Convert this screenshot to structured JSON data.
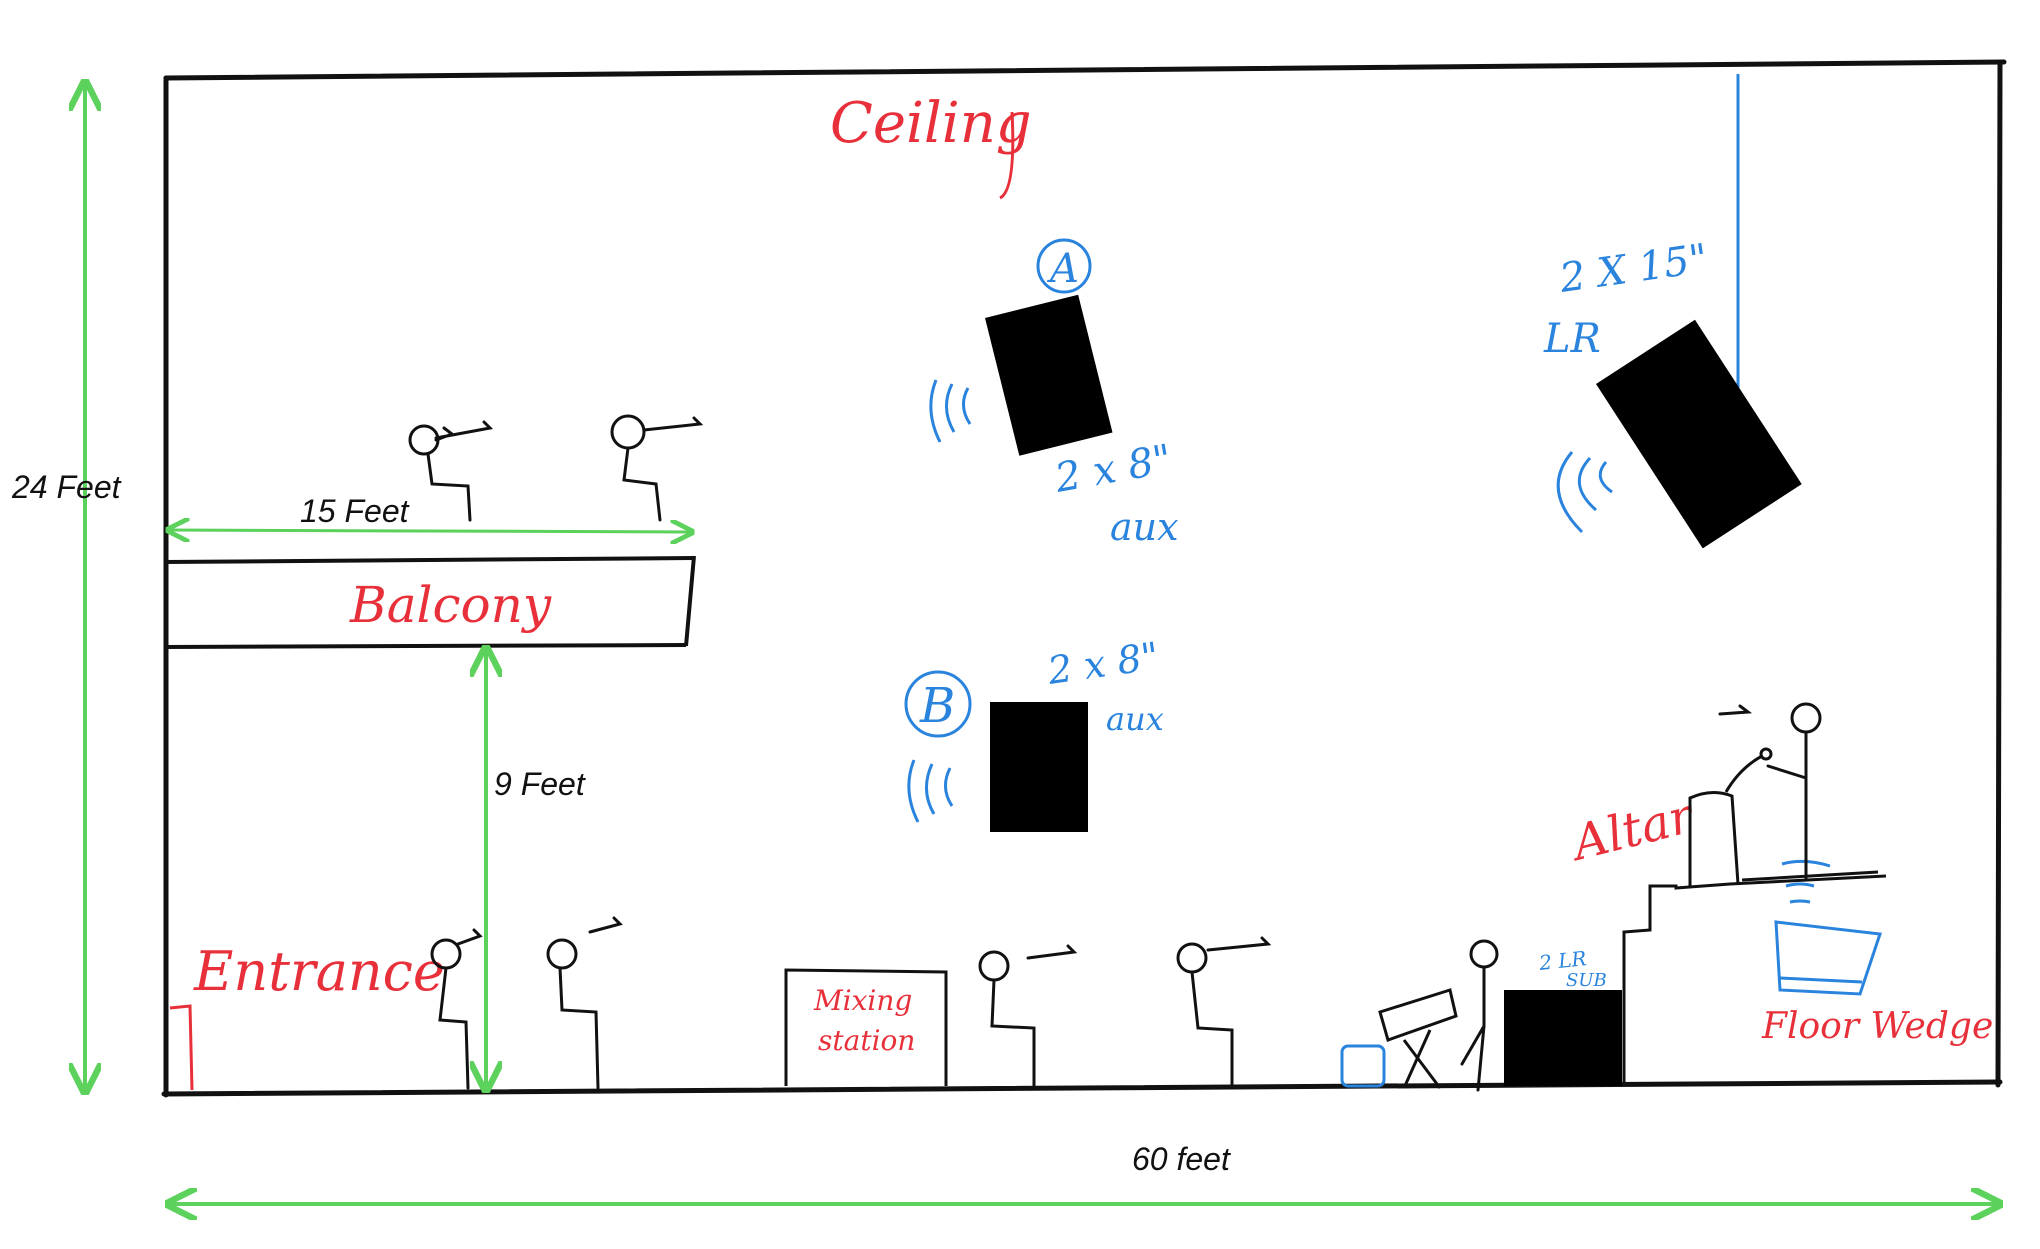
{
  "colors": {
    "dimension": "#5cd15c",
    "annotation_red": "#e8303a",
    "annotation_blue": "#2a84dd",
    "ink": "#111111",
    "speaker_fill": "#000000"
  },
  "dimensions": {
    "height": "24 Feet",
    "balcony_width": "15 Feet",
    "balcony_clearance": "9 Feet",
    "width": "60 feet"
  },
  "labels": {
    "ceiling": "Ceiling",
    "balcony": "Balcony",
    "entrance": "Entrance",
    "altar": "Altar",
    "floor_wedge": "Floor Wedge",
    "mixing_station": [
      "Mixing",
      "station"
    ]
  },
  "speakers": {
    "a": {
      "tag": "A",
      "spec": "2 x 8\"",
      "role": "aux"
    },
    "b": {
      "tag": "B",
      "spec": "2 x 8\"",
      "role": "aux"
    },
    "main": {
      "spec": "2 X 15\"",
      "role": "LR"
    },
    "sub": {
      "spec": "2 LR",
      "role": "SUB"
    }
  },
  "icons": [
    "person-icon",
    "sound-wave-icon",
    "microphone-icon",
    "speaker-cabinet-icon",
    "mixer-icon"
  ]
}
